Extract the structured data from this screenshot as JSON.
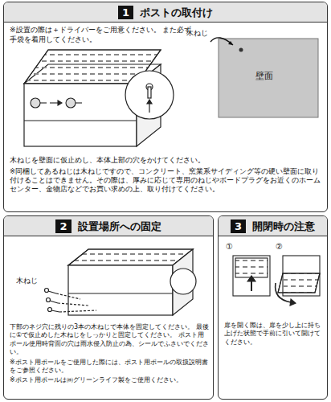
{
  "diagram": {
    "nodes": [
      {
        "text": [
          "1",
          "ポストの取付け"
        ]
      },
      {
        "text": [
          "2",
          "設置場所への固定"
        ]
      },
      {
        "text": [
          "3",
          "開閉時の注意"
        ]
      }
    ],
    "labels": [
      "※設置の際は＋ドライバーをご用意ください。 また必ず手袋を着用してください。",
      "木ねじ",
      "壁面",
      "木ねじを壁面に仮止めし、本体上部の穴をかけてください。",
      "※同梱してあるねじは木ねじですので、コンクリート、窯業系サイディング等の硬い壁面に取り付けることはできません。その際は、厚みに応じて専用のねじやボードプラグをお近くのホームセンター、金物店などでお買い求めの上、取り付けてください。",
      "木ねじ",
      "下部のネジ穴に残りの3本の木ねじで本体を固定してください。 最後に①で仮止めした木ねじをしっかりと固定してください。 ポスト用ポール使用時背面の穴は雨水侵入防止の為、シールでふさいでください。",
      "※ポスト用ポールをご使用した際には、ポスト用ポールの取扱説明書をご参照ください。",
      "※ポスト用ポールは㈱グリーンライフ製をご使用ください。",
      "①",
      "②",
      "扉を開く際は、扉を少し上に持ち上げた状態で手前に引いて開けてください。"
    ]
  }
}
